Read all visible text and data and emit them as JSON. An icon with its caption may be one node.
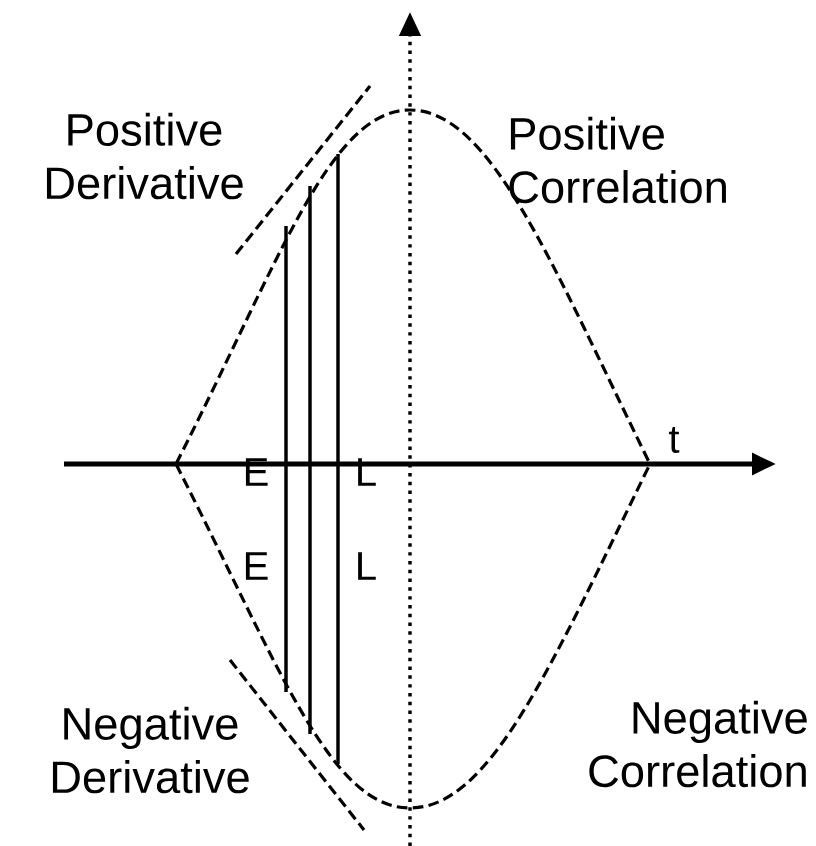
{
  "diagram": {
    "labels": [
      "Positive Derivative",
      "Positive Correlation",
      "E",
      "L",
      "t",
      "E",
      "L",
      "Negative Derivative",
      "Negative Correlation"
    ]
  }
}
